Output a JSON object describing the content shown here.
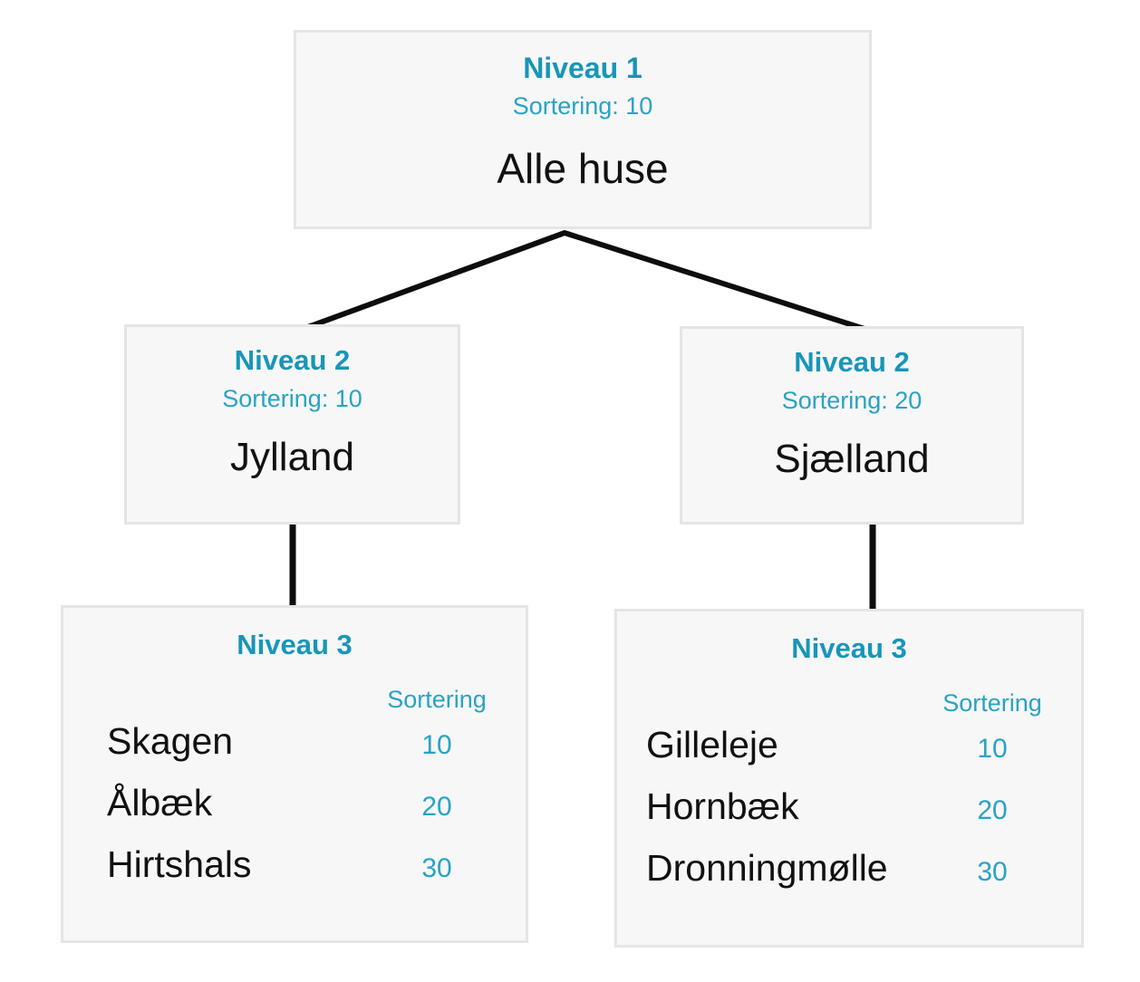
{
  "colors": {
    "accent_teal_bold": "#1896b8",
    "accent_teal": "#29a3c3",
    "text_black": "#111111",
    "node_background": "#f7f7f8",
    "node_border": "#e4e5e7",
    "connector_line": "#0d0d0d"
  },
  "tree": {
    "root": {
      "level_label": "Niveau 1",
      "sort_label": "Sortering: 10",
      "title": "Alle huse"
    },
    "branches": [
      {
        "level_label": "Niveau 2",
        "sort_label": "Sortering: 10",
        "title": "Jylland"
      },
      {
        "level_label": "Niveau 2",
        "sort_label": "Sortering: 20",
        "title": "Sjælland"
      }
    ],
    "leaves": [
      {
        "level_label": "Niveau 3",
        "sort_column_header": "Sortering",
        "rows": [
          {
            "name": "Skagen",
            "sort": "10"
          },
          {
            "name": "Ålbæk",
            "sort": "20"
          },
          {
            "name": "Hirtshals",
            "sort": "30"
          }
        ]
      },
      {
        "level_label": "Niveau 3",
        "sort_column_header": "Sortering",
        "rows": [
          {
            "name": "Gilleleje",
            "sort": "10"
          },
          {
            "name": "Hornbæk",
            "sort": "20"
          },
          {
            "name": "Dronningmølle",
            "sort": "30"
          }
        ]
      }
    ]
  }
}
